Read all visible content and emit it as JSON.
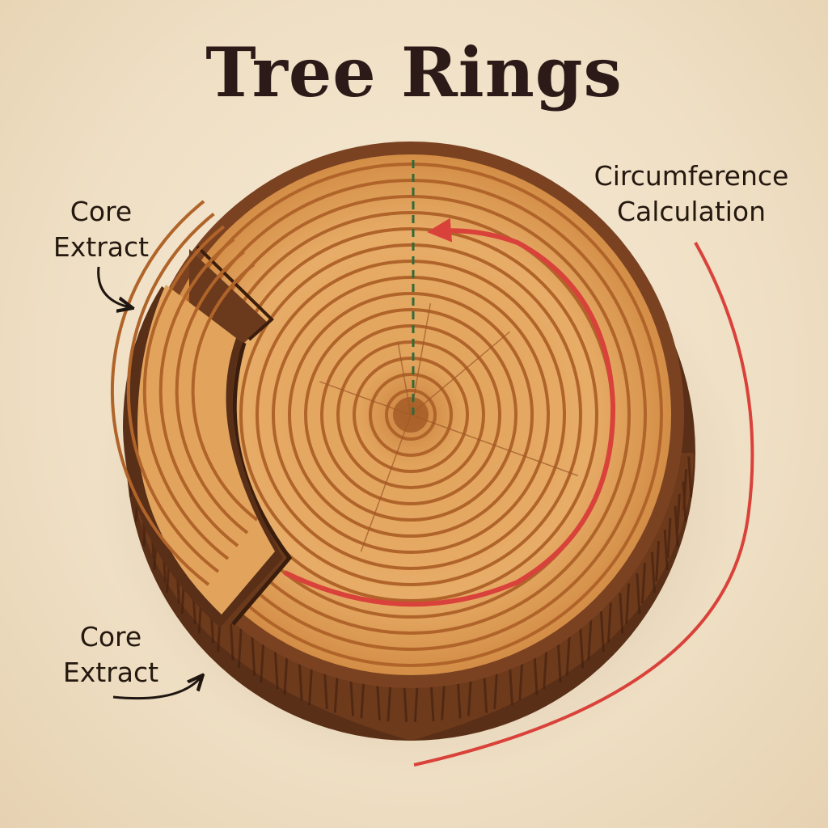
{
  "title": "Tree Rings",
  "labels": {
    "core_extract_top": [
      "Core",
      "Extract"
    ],
    "core_extract_bottom": [
      "Core",
      "Extract"
    ],
    "circumference": [
      "Circumference",
      "Calculation"
    ]
  },
  "colors": {
    "background": "#f2e4cc",
    "wood_light": "#e3a560",
    "wood_dark": "#b86a2a",
    "bark": "#6b3a1e",
    "arrow_red": "#d9423a",
    "radius_line_green": "#2e6a3a",
    "text": "#2a1c16"
  },
  "icons": {
    "core_pointer": "curved-arrow-icon",
    "circumference_arrow": "curved-arrow-icon"
  }
}
